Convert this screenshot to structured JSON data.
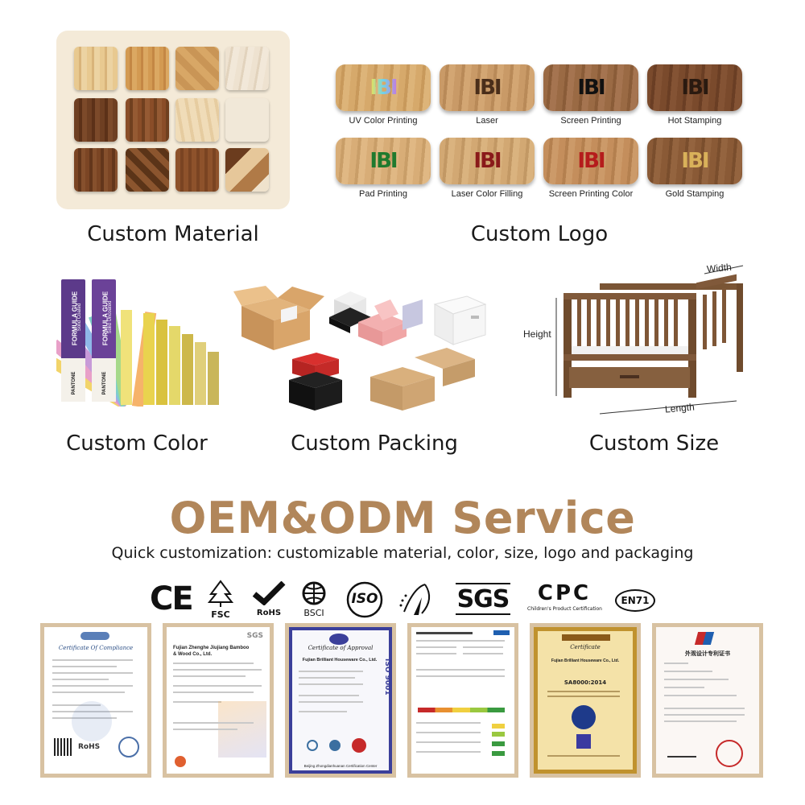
{
  "sections": {
    "material": "Custom Material",
    "logo": "Custom Logo",
    "color": "Custom Color",
    "packing": "Custom Packing",
    "size": "Custom Size"
  },
  "logo_techniques": [
    {
      "label": "UV Color Printing",
      "mark_color": "#7fd0e8"
    },
    {
      "label": "Laser",
      "mark_color": "#4a2e1a"
    },
    {
      "label": "Screen Printing",
      "mark_color": "#111111"
    },
    {
      "label": "Hot Stamping",
      "mark_color": "#2a1a10"
    },
    {
      "label": "Pad Printing",
      "mark_color": "#1f7a2e"
    },
    {
      "label": "Laser Color Filling",
      "mark_color": "#8a1a1a"
    },
    {
      "label": "Screen Printing Color",
      "mark_color": "#b51c1c"
    },
    {
      "label": "Gold Stamping",
      "mark_color": "#d9b15a"
    }
  ],
  "logo_mark": "IBI",
  "color_guide": {
    "book_title_1": "FORMULA GUIDE",
    "book_sub_1": "Solid Coated",
    "book_title_2": "FORMULA GUIDE",
    "book_sub_2": "Solid Uncoated",
    "brand": "PANTONE"
  },
  "crib_dims": {
    "width": "Width",
    "height": "Height",
    "length": "Length"
  },
  "title": "OEM&ODM Service",
  "subtitle": "Quick customization: customizable material, color, size, logo and packaging",
  "cert_marks": {
    "ce": "CE",
    "fsc": "FSC",
    "rohs": "RoHS",
    "bsci": "BSCI",
    "iso": "ISO",
    "sgs": "SGS",
    "cpc": "CPC",
    "cpc_sub": "Children's Product Certification",
    "en71": "EN71"
  },
  "certificates": {
    "c1_title": "Certificate Of Compliance",
    "c1_mark": "RoHS",
    "c2_company": "Fujian Zhenghe Jiujiang Bamboo & Wood Co., Ltd.",
    "c2_mark": "SGS",
    "c3_title": "Certificate of Approval",
    "c3_company": "Fujian Brilliant Houseware Co., Ltd.",
    "c3_side": "ISO 9001",
    "c3_footer": "Beijing Zhongdianhuanan Certification Center",
    "c5_title": "Certificate",
    "c5_company": "Fujian Brilliant Houseware Co., Ltd.",
    "c5_std": "SA8000:2014",
    "c6_title": "外观设计专利证书"
  },
  "colors": {
    "accent": "#b1865a",
    "frame": "#d8c2a2"
  }
}
